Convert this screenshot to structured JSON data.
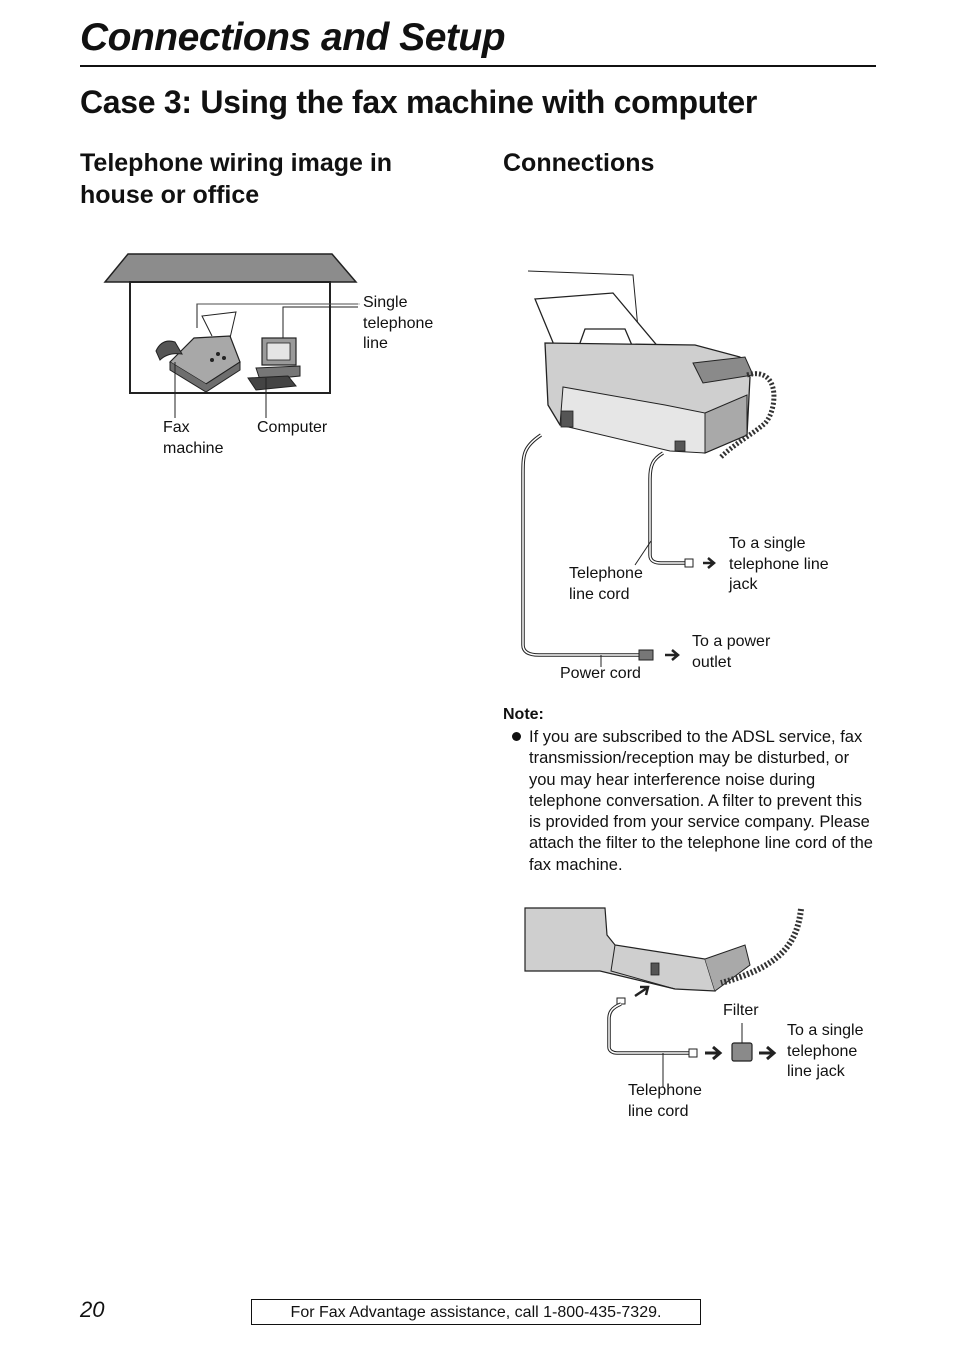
{
  "header": {
    "section_title": "Connections and Setup",
    "page_heading": "Case 3: Using the fax machine with computer"
  },
  "wiring": {
    "heading": "Telephone wiring image in house or office",
    "label_line": [
      "Single",
      "telephone",
      "line"
    ],
    "label_fax": [
      "Fax",
      "machine"
    ],
    "label_computer": "Computer"
  },
  "connections": {
    "heading": "Connections",
    "label_phone_jack": [
      "To a single",
      "telephone line",
      "jack"
    ],
    "label_line_cord": [
      "Telephone",
      "line cord"
    ],
    "label_outlet": [
      "To a power",
      "outlet"
    ],
    "label_power_cord": "Power cord"
  },
  "note": {
    "title": "Note:",
    "items": [
      "If you are subscribed to the ADSL service, fax transmission/reception may be disturbed, or you may hear interference noise during telephone conversation. A filter to prevent this is provided from your service company. Please attach the filter to the telephone line cord of the fax machine."
    ]
  },
  "filter_figure": {
    "label_filter": "Filter",
    "label_jack": [
      "To a single",
      "telephone",
      "line jack"
    ],
    "label_line_cord": [
      "Telephone",
      "line cord"
    ]
  },
  "footer": {
    "page_number": "20",
    "assistance": "For Fax Advantage assistance, call 1-800-435-7329."
  }
}
